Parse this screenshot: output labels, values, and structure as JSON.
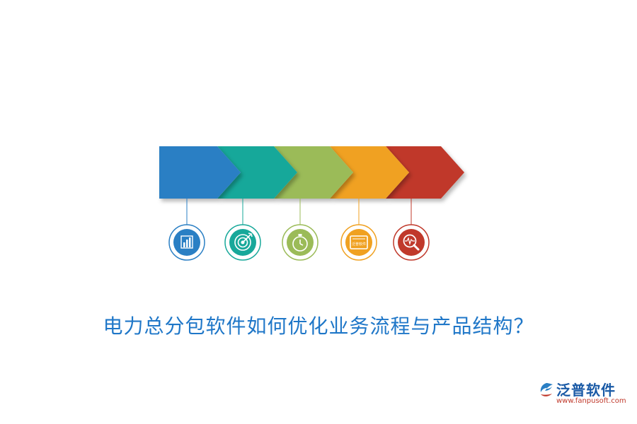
{
  "title": "电力总分包软件如何优化业务流程与产品结构？",
  "steps": [
    {
      "color": "#2a7fc4",
      "icon": "bar-chart-icon"
    },
    {
      "color": "#17a89a",
      "icon": "target-icon"
    },
    {
      "color": "#9bbb58",
      "icon": "stopwatch-icon"
    },
    {
      "color": "#f0a121",
      "icon": "screen-icon"
    },
    {
      "color": "#c0392b",
      "icon": "magnifier-icon"
    }
  ],
  "icon_screen_text": "泛普软件",
  "brand": {
    "name": "泛普软件",
    "url": "www.fanpusoft.com"
  }
}
